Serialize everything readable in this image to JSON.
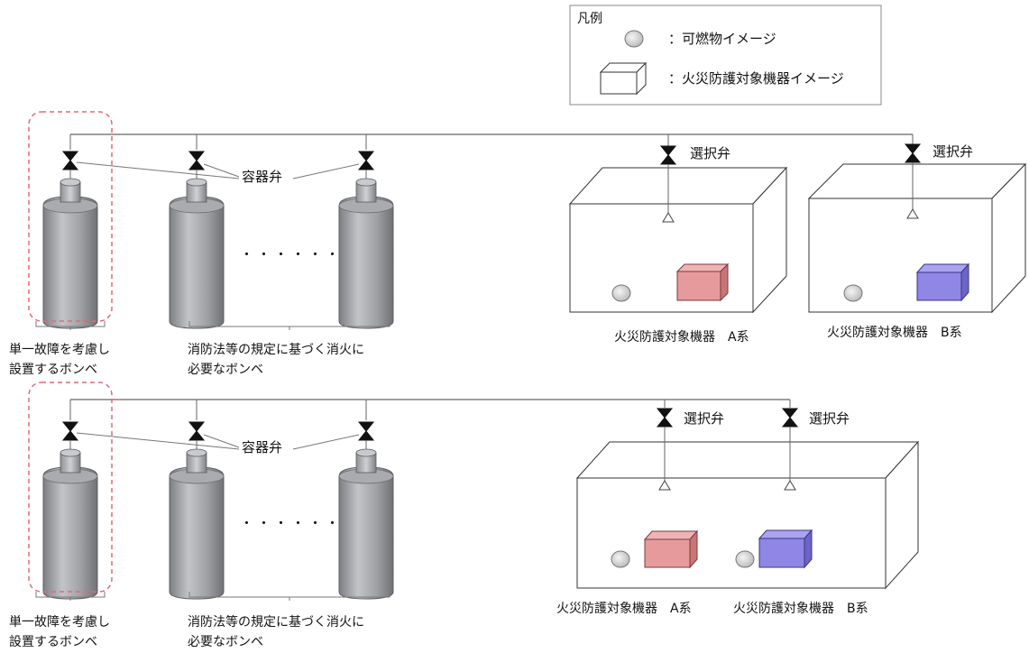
{
  "legend": {
    "title": "凡例",
    "combustible": "：可燃物イメージ",
    "equipment": "：火災防護対象機器イメージ"
  },
  "labels": {
    "container_valve": "容器弁",
    "selector_valve": "選択弁",
    "dots": "・・・・・・",
    "single_fault_line1": "単一故障を考慮し",
    "single_fault_line2": "設置するボンベ",
    "required_line1": "消防法等の規定に基づく消火に",
    "required_line2": "必要なボンベ",
    "equip_a": "火災防護対象機器　A系",
    "equip_b": "火災防護対象機器　B系"
  },
  "colors": {
    "line": "#555555",
    "cylinder_dark": "#8a8c90",
    "cylinder_light": "#b9bbbf",
    "highlight_dash": "#e06a7a",
    "equip_a_fill": "#e79a9c",
    "equip_b_fill": "#8f86e6",
    "combustible_fill": "#e6e6e6"
  }
}
